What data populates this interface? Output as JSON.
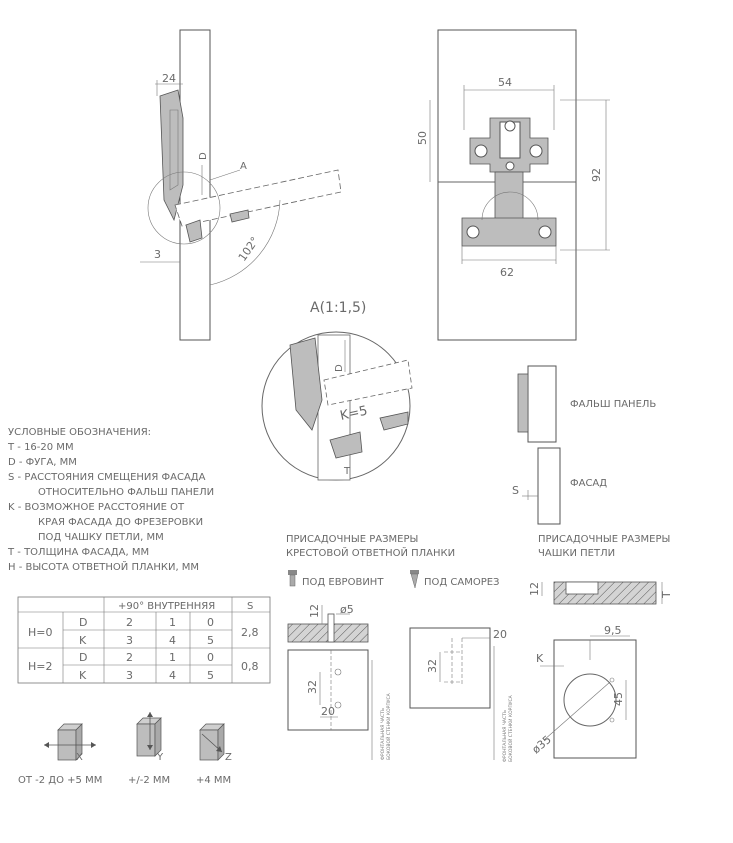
{
  "hinge_side": {
    "dim_24": "24",
    "label_D": "D",
    "label_A": "A",
    "dim_3": "3",
    "angle": "102°"
  },
  "plate_view": {
    "dim_54": "54",
    "dim_50": "50",
    "dim_92": "92",
    "dim_62": "62"
  },
  "detail": {
    "title": "A(1:1,5)",
    "label_D": "D",
    "label_K": "K=5",
    "label_T": "T"
  },
  "side_panels": {
    "false_panel": "ФАЛЬШ ПАНЕЛЬ",
    "facade": "ФАСАД",
    "label_S": "S"
  },
  "legend": {
    "title": "УСЛОВНЫЕ ОБОЗНАЧЕНИЯ:",
    "lines": [
      "T - 16-20 ММ",
      "D - ФУГА, ММ",
      "S - РАССТОЯНИЯ СМЕЩЕНИЯ ФАСАДА",
      "ОТНОСИТЕЛЬНО ФАЛЬШ ПАНЕЛИ",
      "K - ВОЗМОЖНОЕ РАССТОЯНИЕ ОТ",
      "КРАЯ ФАСАДА ДО ФРЕЗЕРОВКИ",
      "ПОД ЧАШКУ ПЕТЛИ, ММ",
      "T - ТОЛЩИНА ФАСАДА, ММ",
      "H - ВЫСОТА ОТВЕТНОЙ ПЛАНКИ, ММ"
    ]
  },
  "table": {
    "header_main": "+90° ВНУТРЕННЯЯ",
    "header_s": "S",
    "rows": [
      {
        "h": "H=0",
        "param": "D",
        "v1": "2",
        "v2": "1",
        "v3": "0",
        "s": "2,8"
      },
      {
        "h": "",
        "param": "K",
        "v1": "3",
        "v2": "4",
        "v3": "5",
        "s": ""
      },
      {
        "h": "H=2",
        "param": "D",
        "v1": "2",
        "v2": "1",
        "v3": "0",
        "s": "0,8"
      },
      {
        "h": "",
        "param": "K",
        "v1": "3",
        "v2": "4",
        "v3": "5",
        "s": ""
      }
    ]
  },
  "adjust": {
    "x_label": "X",
    "y_label": "Y",
    "z_label": "Z",
    "x_range": "ОТ -2 ДО +5 ММ",
    "y_range": "+/-2 ММ",
    "z_range": "+4 ММ"
  },
  "plank": {
    "title_line1": "ПРИСАДОЧНЫЕ РАЗМЕРЫ",
    "title_line2": "КРЕСТОВОЙ ОТВЕТНОЙ ПЛАНКИ",
    "euro_screw": "ПОД ЕВРОВИНТ",
    "wood_screw": "ПОД САМОРЕЗ",
    "dim_12": "12",
    "dim_d5": "ø5",
    "dim_32a": "32",
    "dim_20a": "20",
    "dim_32b": "32",
    "dim_20b": "20",
    "side_note_1": "ФРОНТАЛЬНАЯ ЧАСТЬ",
    "side_note_2": "БОКОВОЙ СТЕНКИ КОРПУСА"
  },
  "cup": {
    "title_line1": "ПРИСАДОЧНЫЕ РАЗМЕРЫ",
    "title_line2": "ЧАШКИ ПЕТЛИ",
    "dim_12": "12",
    "dim_T": "T",
    "dim_95": "9,5",
    "dim_K": "K",
    "dim_45": "45",
    "dim_d35": "ø35"
  }
}
